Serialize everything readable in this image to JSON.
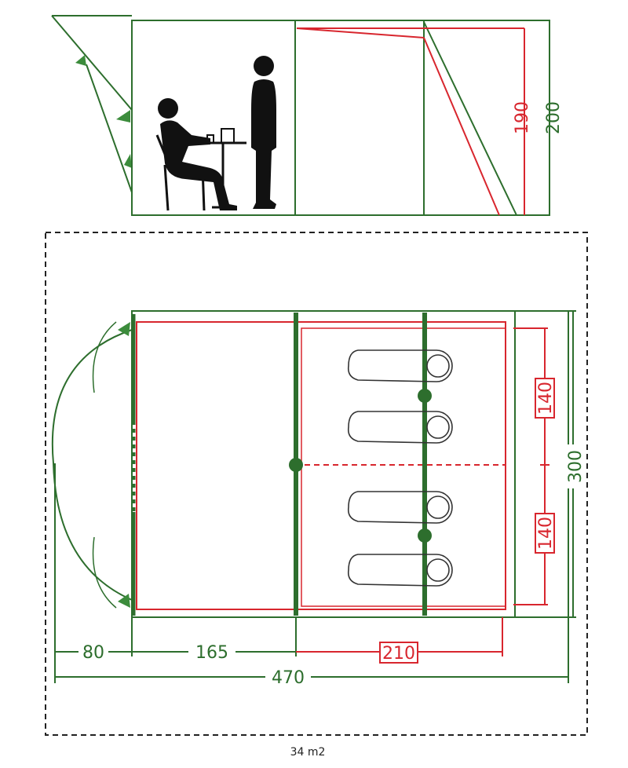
{
  "colors": {
    "green": "#2d6e2d",
    "green_bright": "#3c8c3c",
    "red": "#d8262e",
    "black": "#111111"
  },
  "elevation": {
    "inner_height": "190",
    "outer_height": "200"
  },
  "plan": {
    "bedroom_width_1": "140",
    "bedroom_width_2": "140",
    "total_width": "300",
    "porch_length": "80",
    "living_length": "165",
    "bedroom_length": "210",
    "total_length": "470"
  },
  "footprint_area": "34 m2",
  "icons": [
    "person-seated-icon",
    "person-standing-icon",
    "table-icon",
    "chair-icon",
    "sleeping-bag-icon"
  ]
}
